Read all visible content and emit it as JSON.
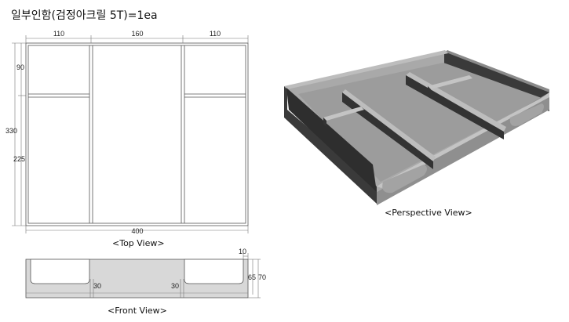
{
  "title": "일부인함(검정아크릴 5T)=1ea",
  "top_view": {
    "caption": "<Top View>",
    "dims": {
      "left_width": "110",
      "middle_width": "160",
      "right_width": "110",
      "total_width": "400",
      "top_height": "90",
      "total_height": "330",
      "bottom_height": "225"
    }
  },
  "front_view": {
    "caption": "<Front View>",
    "dims": {
      "wall": "10",
      "inner_height": "65",
      "outer_height": "70",
      "notch_left": "30",
      "notch_right": "30"
    }
  },
  "perspective_view": {
    "caption": "<Perspective View>"
  },
  "colors": {
    "line": "#555555",
    "fill_gray": "#d8d8d8",
    "iso_top": "#a9a9a9",
    "iso_dark": "#3a3a3a",
    "iso_mid": "#8a8a8a"
  }
}
